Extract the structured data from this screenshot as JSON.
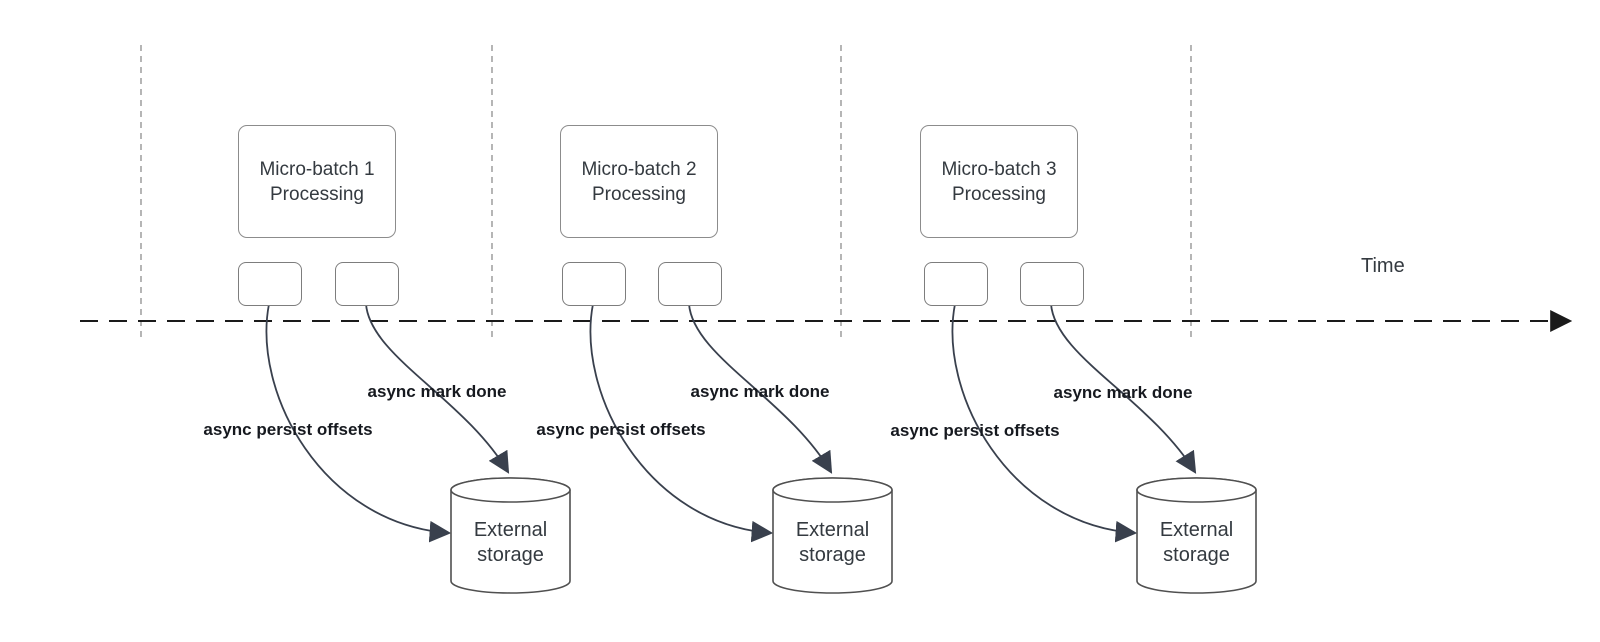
{
  "diagram": {
    "time_axis_label": "Time",
    "sections": [
      {
        "batch_line1": "Micro-batch 1",
        "batch_line2": "Processing",
        "persist_label": "async persist offsets",
        "mark_label": "async mark done",
        "storage_line1": "External",
        "storage_line2": "storage"
      },
      {
        "batch_line1": "Micro-batch 2",
        "batch_line2": "Processing",
        "persist_label": "async persist offsets",
        "mark_label": "async mark done",
        "storage_line1": "External",
        "storage_line2": "storage"
      },
      {
        "batch_line1": "Micro-batch 3",
        "batch_line2": "Processing",
        "persist_label": "async persist offsets",
        "mark_label": "async mark done",
        "storage_line1": "External",
        "storage_line2": "storage"
      }
    ],
    "colors": {
      "curve": "#39404d",
      "timeline": "#1a1a1a",
      "guide": "#a3a3a3",
      "box_border": "#8c8c8c",
      "cylinder_border": "#505050",
      "text": "#343a40",
      "label_text": "#16191f"
    }
  }
}
